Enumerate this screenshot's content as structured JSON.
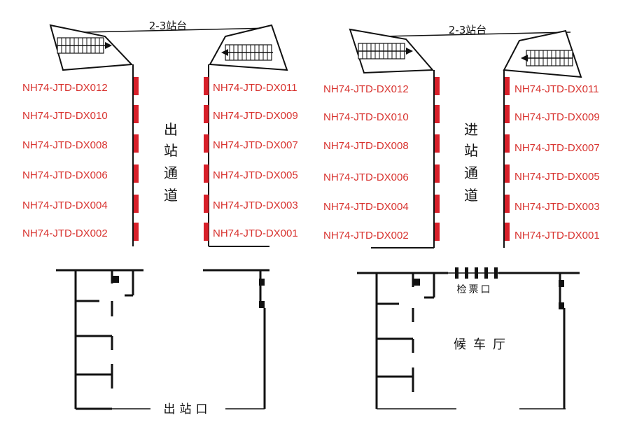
{
  "platform_label": "2-3站台",
  "exit_corridor": {
    "title_chars": [
      "出",
      "站",
      "通",
      "道"
    ],
    "left_labels": [
      "NH74-JTD-DX012",
      "NH74-JTD-DX010",
      "NH74-JTD-DX008",
      "NH74-JTD-DX006",
      "NH74-JTD-DX004",
      "NH74-JTD-DX002"
    ],
    "right_labels": [
      "NH74-JTD-DX011",
      "NH74-JTD-DX009",
      "NH74-JTD-DX007",
      "NH74-JTD-DX005",
      "NH74-JTD-DX003",
      "NH74-JTD-DX001"
    ]
  },
  "entry_corridor": {
    "title_chars": [
      "进",
      "站",
      "通",
      "道"
    ],
    "left_labels": [
      "NH74-JTD-DX012",
      "NH74-JTD-DX010",
      "NH74-JTD-DX008",
      "NH74-JTD-DX006",
      "NH74-JTD-DX004",
      "NH74-JTD-DX002"
    ],
    "right_labels": [
      "NH74-JTD-DX011",
      "NH74-JTD-DX009",
      "NH74-JTD-DX007",
      "NH74-JTD-DX005",
      "NH74-JTD-DX003",
      "NH74-JTD-DX001"
    ]
  },
  "exit_label": "出站口",
  "ticket_gate_label": "检票口",
  "waiting_hall_label": "候车厅",
  "colors": {
    "label": "#d8322e",
    "marker": "#d8202a",
    "line": "#111111"
  }
}
